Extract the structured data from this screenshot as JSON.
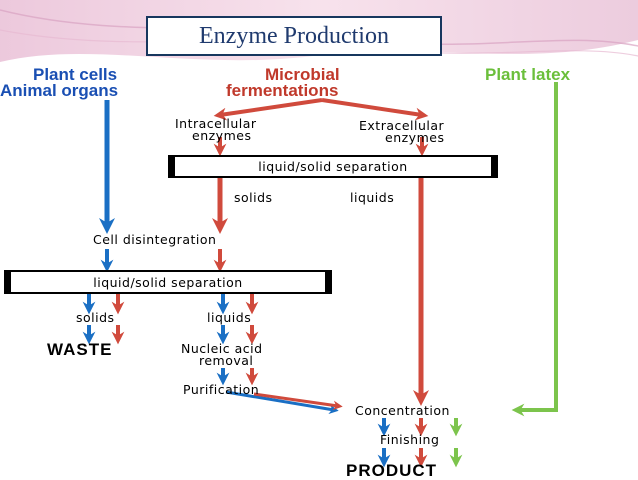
{
  "title": "Enzyme Production",
  "sources": {
    "plant_animal_line1": "Plant cells",
    "plant_animal_line2": "Animal organs",
    "microbial_line1": "Microbial",
    "microbial_line2": "fermentations",
    "plant_latex": "Plant latex"
  },
  "steps": {
    "intracellular_line1": "Intracellular",
    "intracellular_line2": "enzymes",
    "extracellular_line1": "Extracellular",
    "extracellular_line2": "enzymes",
    "separation_top": "liquid/solid separation",
    "solids_top": "solids",
    "liquids_top": "liquids",
    "cell_disintegration": "Cell disintegration",
    "separation_mid": "liquid/solid separation",
    "solids_mid": "solids",
    "liquids_mid": "liquids",
    "waste": "WASTE",
    "nucleic_line1": "Nucleic acid",
    "nucleic_line2": "removal",
    "purification": "Purification",
    "concentration": "Concentration",
    "finishing": "Finishing",
    "product": "PRODUCT"
  },
  "colors": {
    "blue": "#1a6fc4",
    "red": "#d04a3c",
    "green": "#7cc44c",
    "title_border": "#17375e"
  }
}
